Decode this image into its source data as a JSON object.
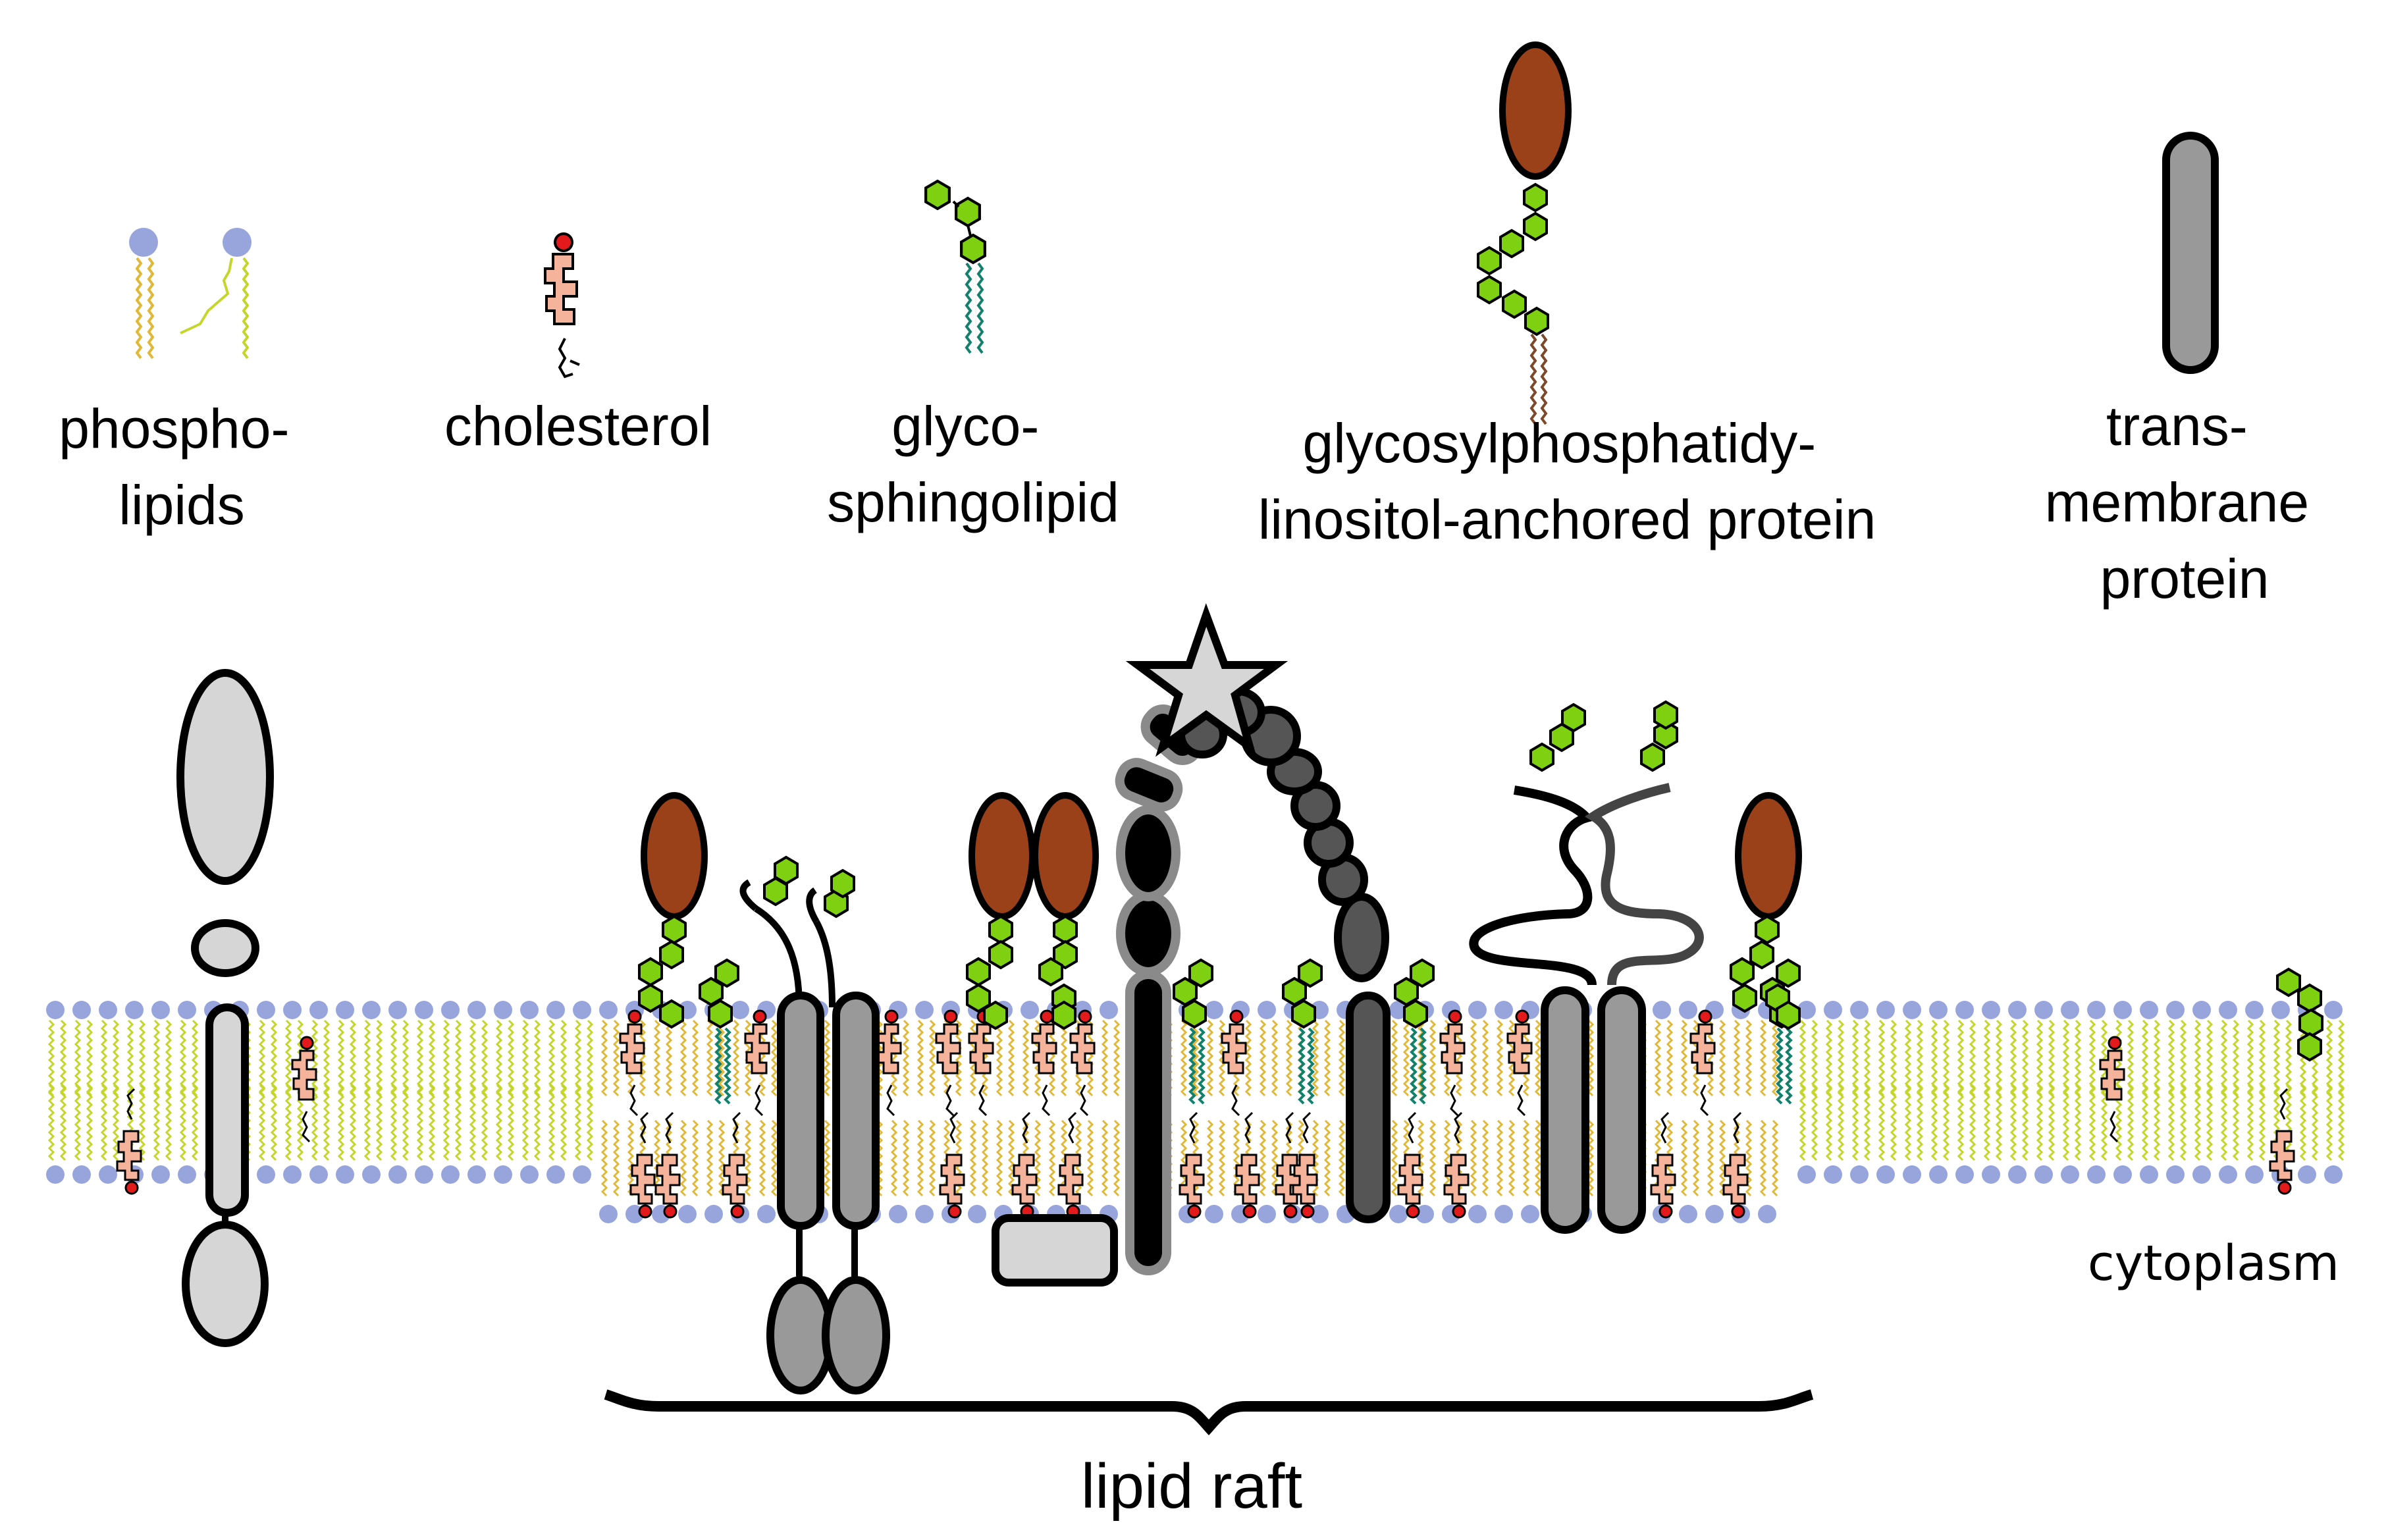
{
  "colors": {
    "headgroup": "#98a5dc",
    "tail_yellow": "#e2b838",
    "tail_green": "#c4d62a",
    "sugar": "#7fd011",
    "gpi_protein": "#9b4119",
    "cholesterol": "#f5b39c",
    "cholesterol_head": "#e31a1c",
    "glyco_tail": "#12806b",
    "gpi_tail": "#7b4a2a",
    "protein_light": "#d6d6d6",
    "protein_mid": "#999999",
    "protein_dark": "#555555"
  },
  "legend": [
    {
      "name": "phospholipids",
      "lines": [
        "phospho-",
        "lipids"
      ]
    },
    {
      "name": "cholesterol",
      "lines": [
        "cholesterol"
      ]
    },
    {
      "name": "glycosphingolipid",
      "lines": [
        "glyco-",
        "sphingolipid"
      ]
    },
    {
      "name": "gpi-anchored-protein",
      "lines": [
        "glycosylphosphatidy-",
        "linositol-anchored protein"
      ]
    },
    {
      "name": "transmembrane-protein",
      "lines": [
        "trans-",
        "membrane",
        "protein"
      ]
    }
  ],
  "labels": {
    "raft": "lipid raft",
    "cytoplasm": "cytoplasm"
  }
}
